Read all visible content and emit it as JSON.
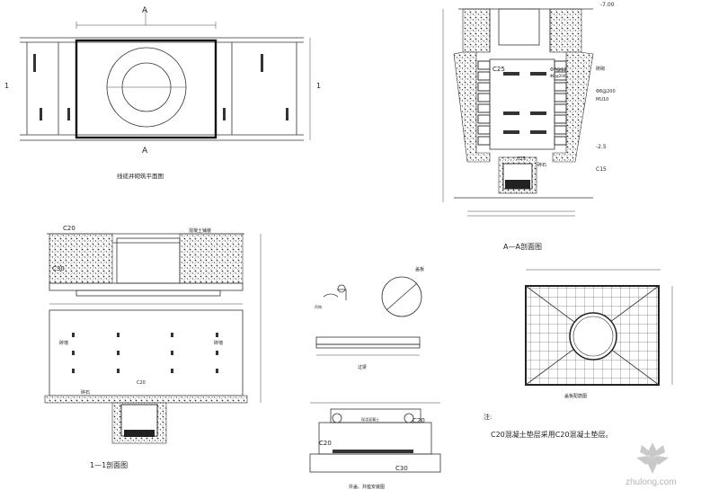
{
  "sheet": {
    "views": {
      "plan": {
        "section_marks": [
          "A",
          "A"
        ],
        "side_marks": [
          "1",
          "1"
        ],
        "caption": "线缆井砌筑平面图"
      },
      "section_aa": {
        "caption": "A—A剖面图",
        "labels": {
          "c25": "C25",
          "rebar_top": "Φ7@12",
          "rebar_top2": "Φ8@200",
          "rebar_mid": "Φ8@200",
          "mu10": "MU10",
          "edge": "砖砌",
          "c15": "C15",
          "gravel": "碎石",
          "c25_floor": "C25",
          "depth": "-2.5",
          "elev": "-7.00"
        }
      },
      "section_11": {
        "caption": "1—1剖面图",
        "labels": {
          "c20": "C20",
          "c30": "C30",
          "top_note": "混凝土铺装",
          "side_left": "砖墙",
          "side_right": "砖墙",
          "floor_note": "碎石",
          "ring_note": "C20"
        }
      },
      "details": {
        "circle_label": "盖板",
        "hook_label": "吊钩",
        "beam_caption": "过梁",
        "lid_caption": "井盖、井座安装图",
        "lid_c20": "C20",
        "lid_c20b": "C20",
        "lid_c30": "C30",
        "lid_note": "现浇混凝土"
      },
      "slab": {
        "caption": "盖板配筋图"
      },
      "note": {
        "marker": "注:",
        "text": "C20混凝土垫层采用C20混凝土垫层。"
      }
    },
    "watermark": {
      "brand": "zhulong.com"
    }
  }
}
